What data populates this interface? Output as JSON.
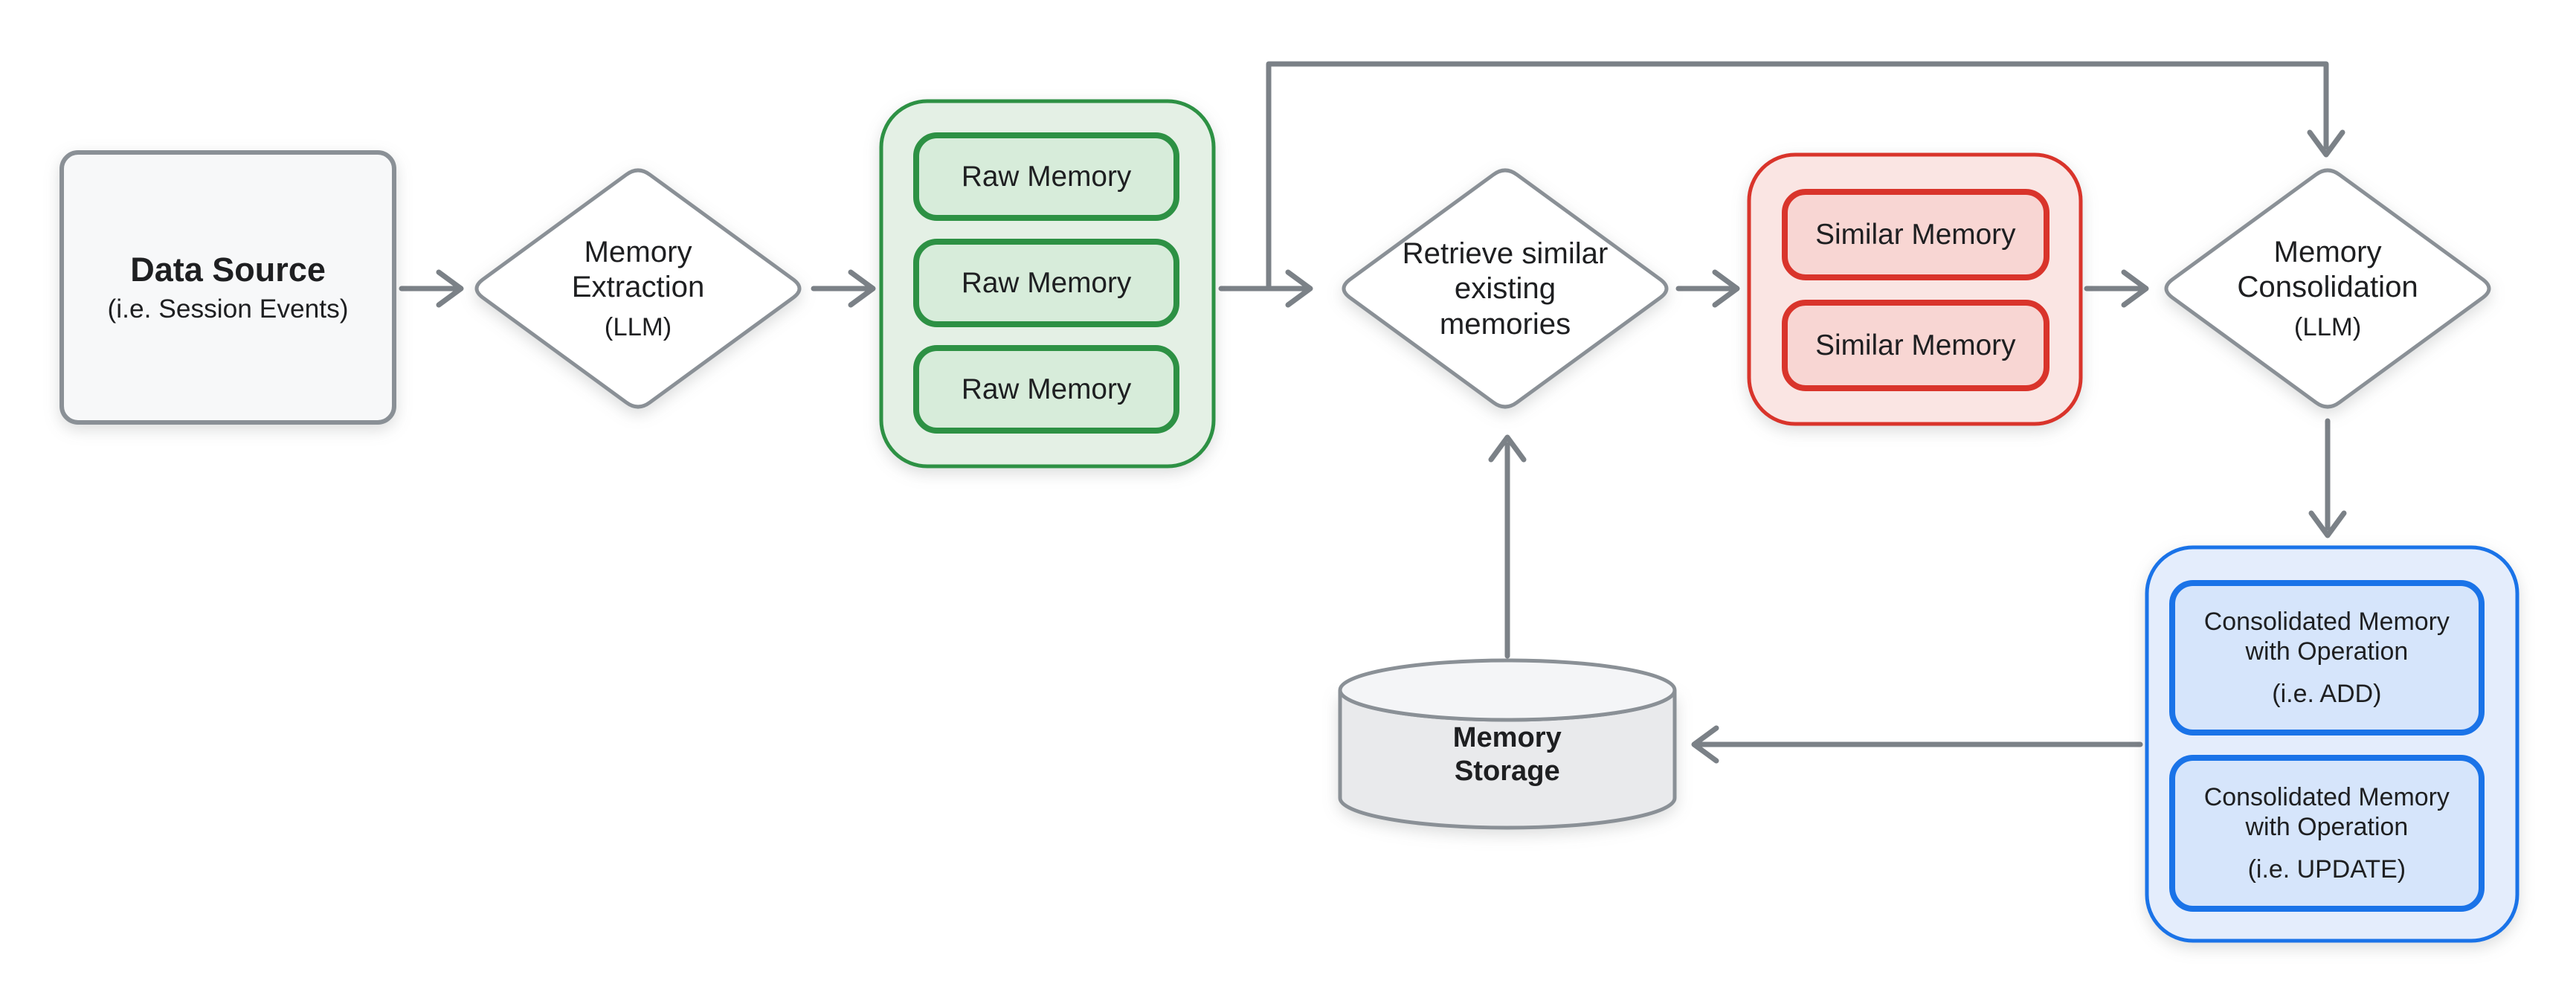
{
  "colors": {
    "background": "#ffffff",
    "text": "#1e1f21",
    "gray-stroke": "#8a9096",
    "arrow": "#7b8187",
    "node-fill": "#ffffff",
    "datasource-fill": "#f7f8f9",
    "green-border": "#2d9144",
    "green-fill": "#e4f0e5",
    "green-inner": "#d7ecda",
    "red-border": "#d9342b",
    "red-fill": "#fae5e3",
    "red-inner": "#f8d6d3",
    "blue-border": "#1a73e8",
    "blue-fill": "#e4edfc",
    "blue-inner": "#d6e5fb",
    "cylinder-fill": "#e9eaec",
    "cylinder-top": "#f4f5f7"
  },
  "nodes": {
    "data_source": {
      "title": "Data Source",
      "subtitle": "(i.e. Session Events)"
    },
    "memory_extraction": {
      "line1": "Memory",
      "line2": "Extraction",
      "subtitle": "(LLM)"
    },
    "raw_memory_group": {
      "items": [
        "Raw Memory",
        "Raw Memory",
        "Raw Memory"
      ]
    },
    "retrieve_memories": {
      "line1": "Retrieve similar",
      "line2": "existing",
      "line3": "memories"
    },
    "similar_memory_group": {
      "items": [
        "Similar Memory",
        "Similar Memory"
      ]
    },
    "memory_consolidation": {
      "line1": "Memory",
      "line2": "Consolidation",
      "subtitle": "(LLM)"
    },
    "consolidated_memory_group": {
      "items": [
        {
          "title_line1": "Consolidated Memory",
          "title_line2": "with Operation",
          "subtitle": "(i.e. ADD)"
        },
        {
          "title_line1": "Consolidated Memory",
          "title_line2": "with Operation",
          "subtitle": "(i.e. UPDATE)"
        }
      ]
    },
    "memory_storage": {
      "line1": "Memory",
      "line2": "Storage"
    }
  }
}
